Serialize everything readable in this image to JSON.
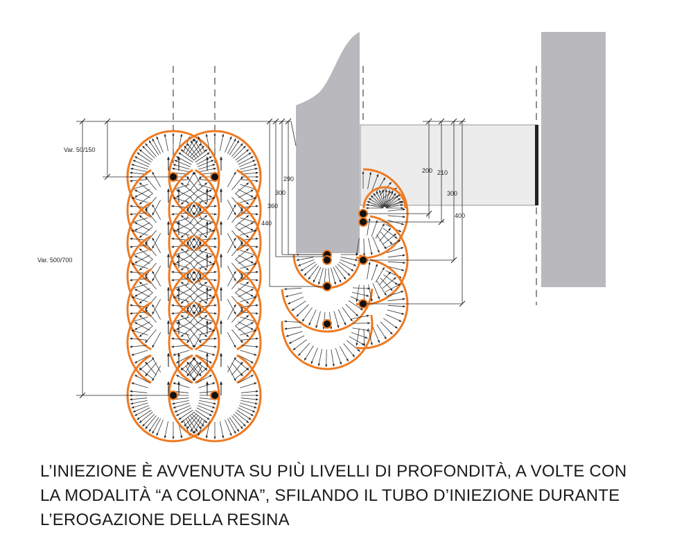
{
  "diagram": {
    "labels": {
      "var_50_150": "Var. 50/150",
      "var_500_700": "Var. 500/700",
      "d290": "290",
      "d300_left": "300",
      "d360": "360",
      "d440": "440",
      "d200": "200",
      "d210": "210",
      "d300_right": "300",
      "d400": "400"
    },
    "colors": {
      "injection_bulb": "#ee7a22",
      "structure": "#b9b9bd",
      "beam": "#ececec",
      "injection_point": "#111111",
      "dimension_line": "#222222"
    }
  },
  "caption": {
    "line1": "L’INIEZIONE È AVVENUTA SU PIÙ LIVELLI DI PROFONDITÀ, A VOLTE CON",
    "line2": "LA MODALITÀ  “A COLONNA”, SFILANDO IL TUBO D’INIEZIONE DURANTE",
    "line3": "L’EROGAZIONE DELLA RESINA"
  }
}
